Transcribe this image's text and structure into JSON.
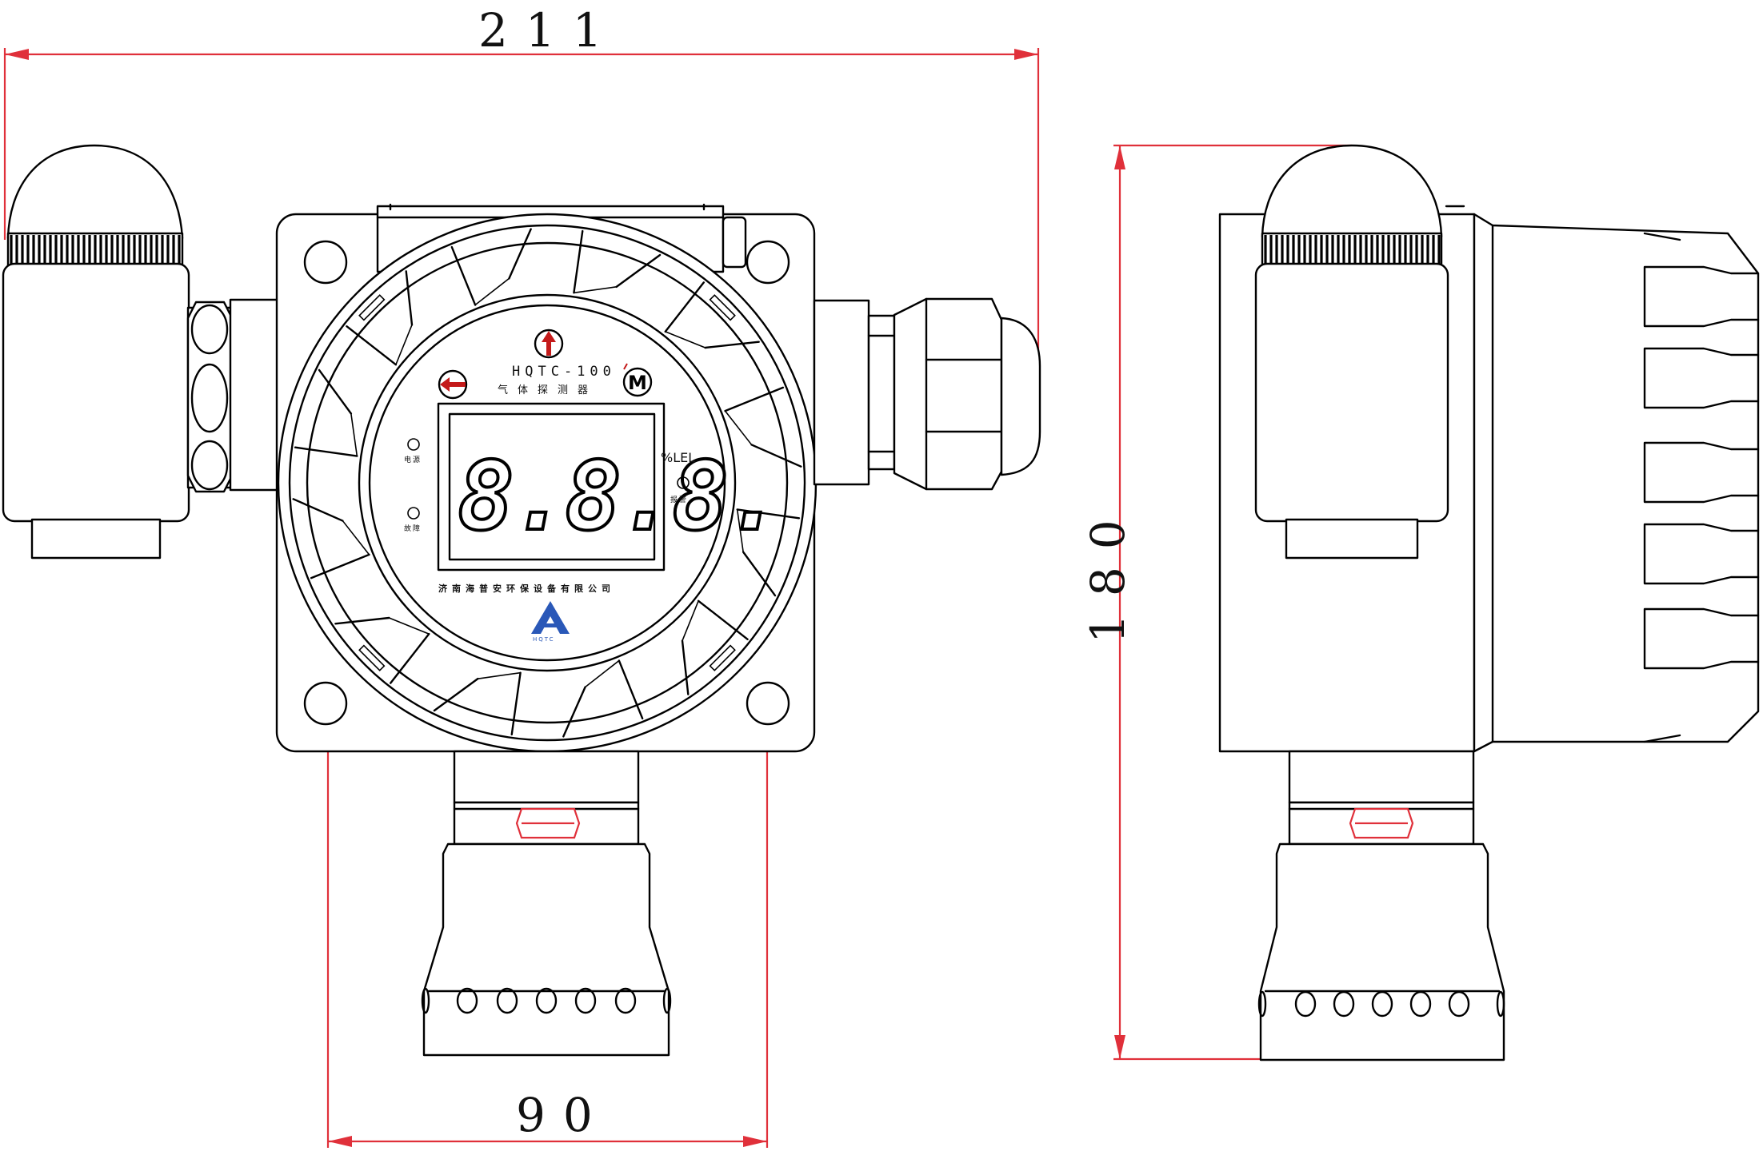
{
  "dimensions": {
    "width": "211",
    "height": "180",
    "hole_spacing": "90"
  },
  "device": {
    "model": "HQTC-100",
    "name": "气体探测器",
    "display": "8.8.8.",
    "unit": "%LEL",
    "indicator_left_top": "电源",
    "indicator_left_bottom": "故障",
    "indicator_right": "报警",
    "manufacturer": "济南海普安环保设备有限公司",
    "logo_text": "HQTC"
  },
  "icons": {
    "up_button": "up-arrow-icon",
    "left_button": "left-arrow-icon",
    "menu_button": "m-button-icon",
    "logo": "triangle-a-logo-icon"
  },
  "colors": {
    "dimension_lines": "#e0303a",
    "logo": "#2a58b8",
    "outline": "#000000"
  }
}
